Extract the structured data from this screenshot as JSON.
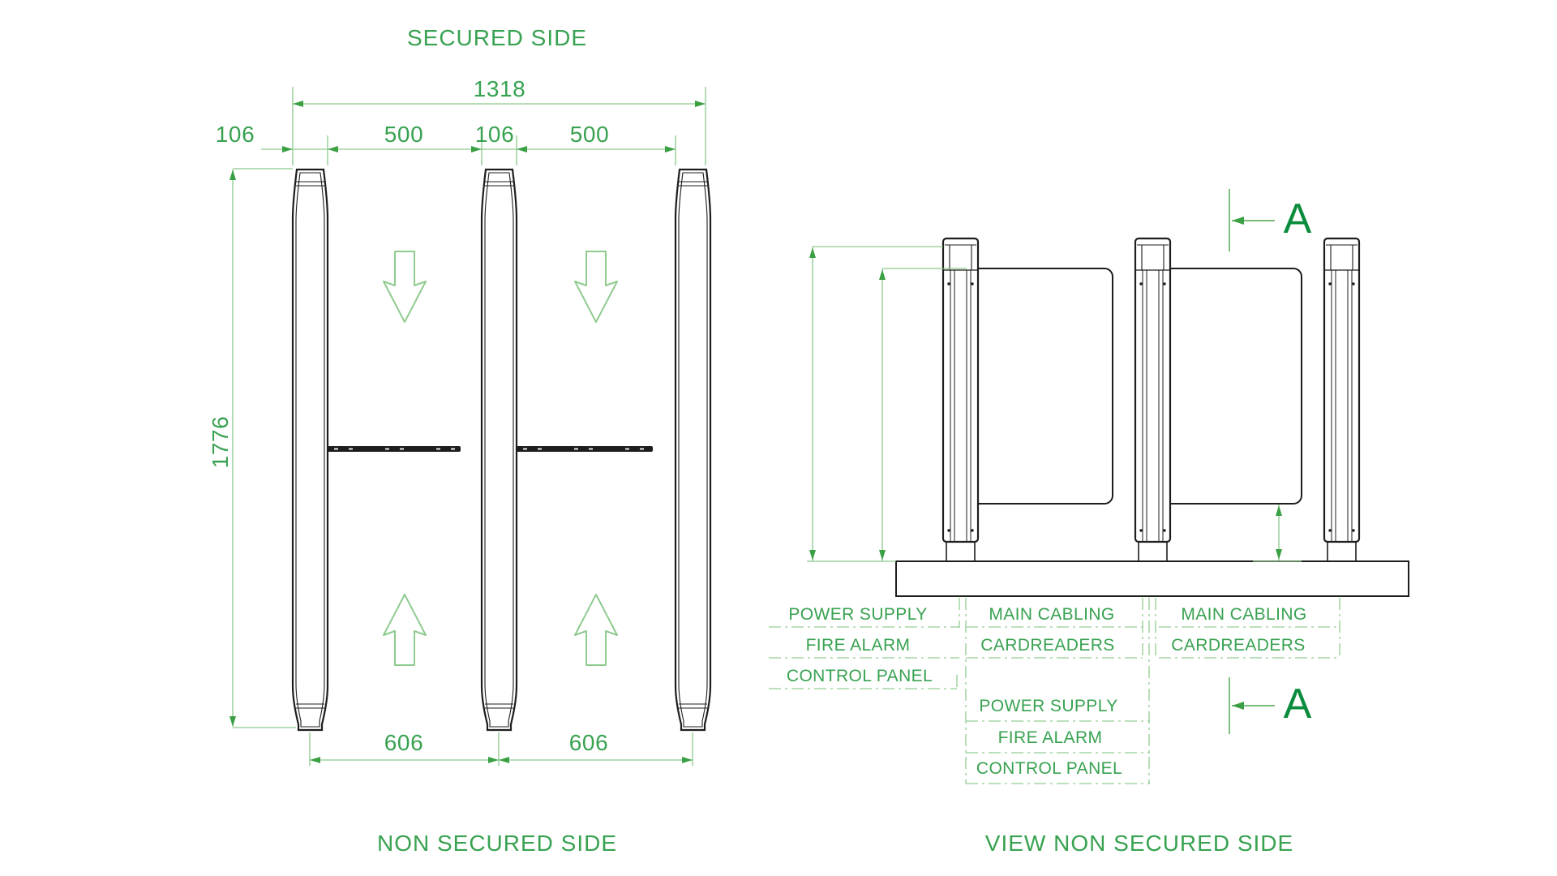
{
  "plan_view": {
    "secured_side_title": "SECURED SIDE",
    "non_secured_side_title": "NON SECURED SIDE",
    "dim_overall_width": "1318",
    "dim_cabinet1_width": "106",
    "dim_lane1_width": "500",
    "dim_cabinet2_width": "106",
    "dim_lane2_width": "500",
    "dim_overall_depth": "1776",
    "dim_lane1_pitch": "606",
    "dim_lane2_pitch": "606"
  },
  "elevation_view": {
    "title": "VIEW NON SECURED SIDE",
    "section_marker_top": "A",
    "section_marker_bottom": "A",
    "cabinet1_labels": [
      "POWER SUPPLY",
      "FIRE ALARM",
      "CONTROL PANEL"
    ],
    "lane1_labels": [
      "MAIN CABLING",
      "CARDREADERS"
    ],
    "lane2_labels": [
      "MAIN CABLING",
      "CARDREADERS"
    ],
    "underfloor_labels": [
      "POWER SUPPLY",
      "FIRE ALARM",
      "CONTROL PANEL"
    ]
  },
  "colors": {
    "drawing_line": "#1d1d1b",
    "dim_line_green": "#8cc98c",
    "dim_text_green": "#38a251",
    "section_marker_green": "#0a8c3c",
    "arrowhead_green": "#3aa043"
  }
}
